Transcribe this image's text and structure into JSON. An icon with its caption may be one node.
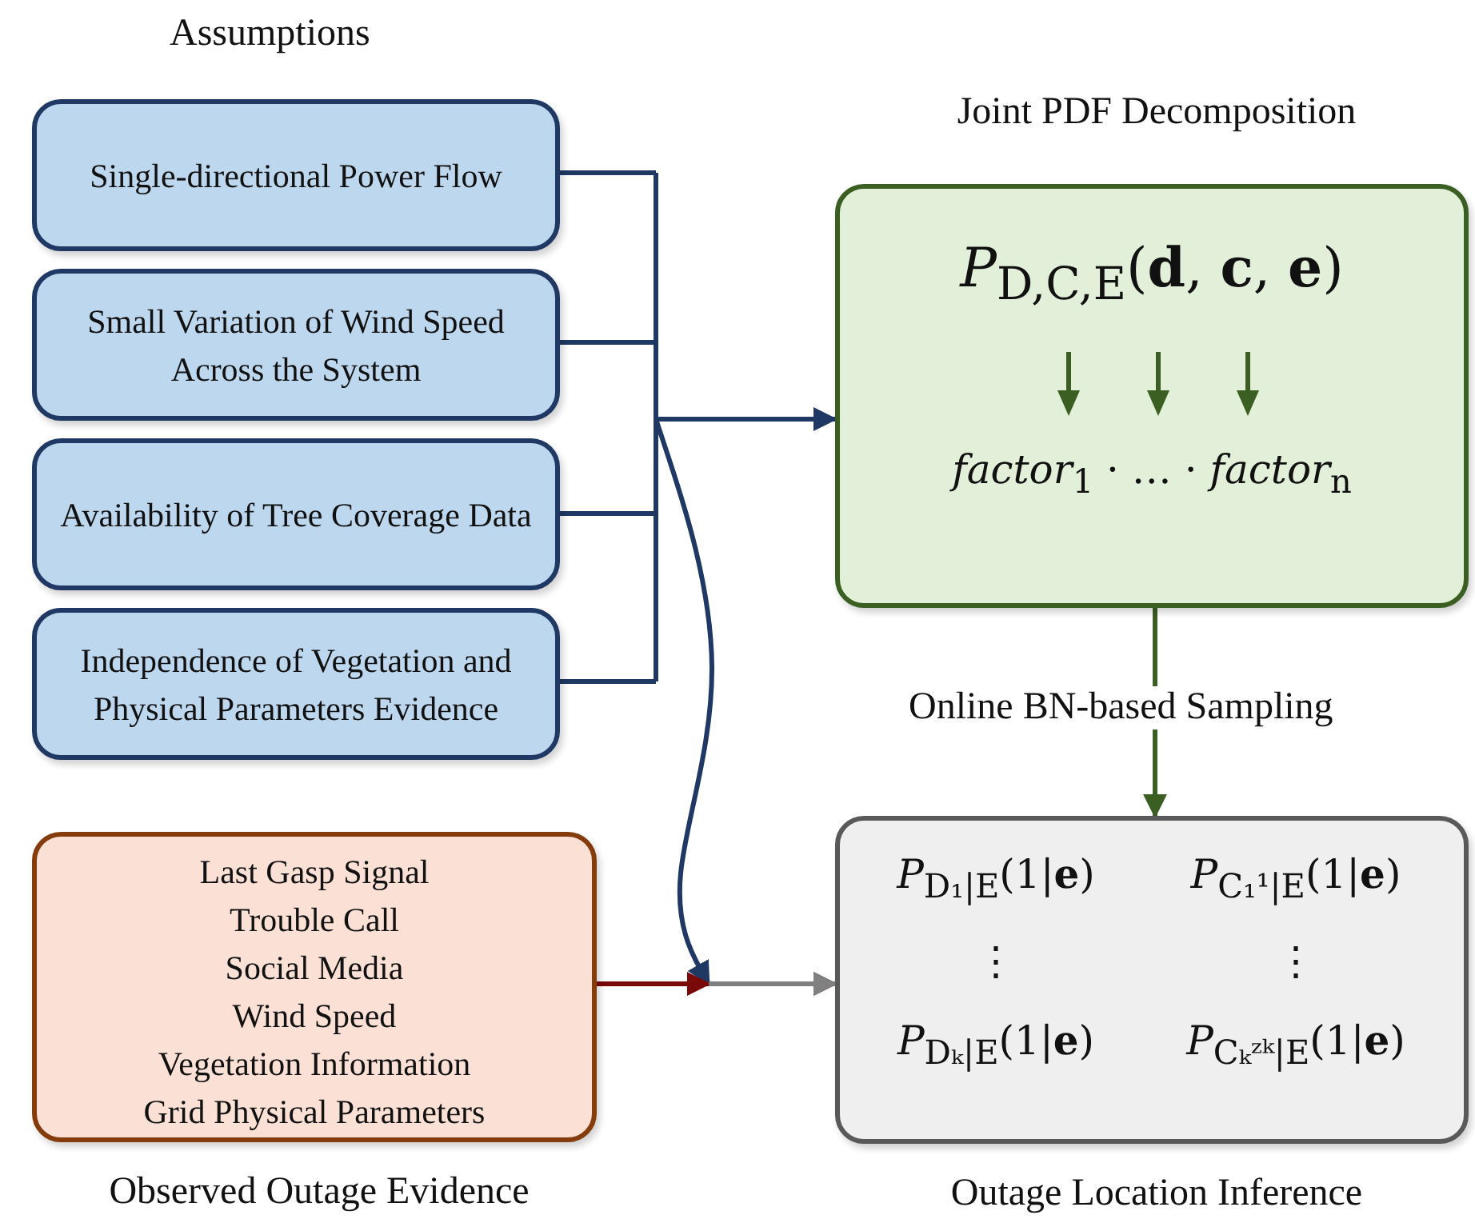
{
  "diagram": {
    "nodes": [
      {
        "text": [
          "Single-directional Power Flow"
        ]
      },
      {
        "text": [
          "Small Variation of Wind Speed Across the System"
        ]
      },
      {
        "text": [
          "Availability of Tree Coverage Data"
        ]
      },
      {
        "text": [
          "Independence of Vegetation and Physical Parameters Evidence"
        ]
      },
      {
        "text": [
          "Last Gasp Signal",
          "Trouble Call",
          "Social Media",
          "Wind Speed",
          "Vegetation Information",
          "Grid Physical Parameters",
          "Observed Outage Evidence"
        ]
      },
      {
        "text": [
          "Joint PDF Decomposition",
          "*P*$_{D,C,E}$(**d**, **c**, **e**)",
          "*factor*$_{1}$ · … · *factor*$_{n}$"
        ]
      },
      {
        "text": [
          "*P*$_{D₁|E}$(1|**e**)",
          "*P*$_{C₁¹|E}$(1|**e**)",
          "⋮",
          "⋮",
          "*P*$_{Dₖ|E}$(1|**e**)",
          "*P*$_{Cₖᶻᵏ|E}$(1|**e**)",
          "Outage Location Inference"
        ]
      }
    ],
    "edges": [
      {
        "from": 0,
        "to": 5,
        "arrow": "to"
      },
      {
        "from": 1,
        "to": 5,
        "arrow": "to"
      },
      {
        "from": 2,
        "to": 5,
        "arrow": "to"
      },
      {
        "from": 3,
        "to": 5,
        "arrow": "to"
      },
      {
        "from": 0,
        "to": 6,
        "arrow": "to"
      },
      {
        "from": 1,
        "to": 6,
        "arrow": "to"
      },
      {
        "from": 2,
        "to": 6,
        "arrow": "to"
      },
      {
        "from": 3,
        "to": 6,
        "arrow": "to"
      },
      {
        "from": 4,
        "to": 6,
        "arrow": "to",
        "color": "#7a0a0a"
      },
      {
        "from": 5,
        "to": 6,
        "arrow": "to",
        "label": "Online BN-based Sampling",
        "color": "#3b5e22"
      }
    ],
    "labels": [
      "Assumptions"
    ]
  }
}
